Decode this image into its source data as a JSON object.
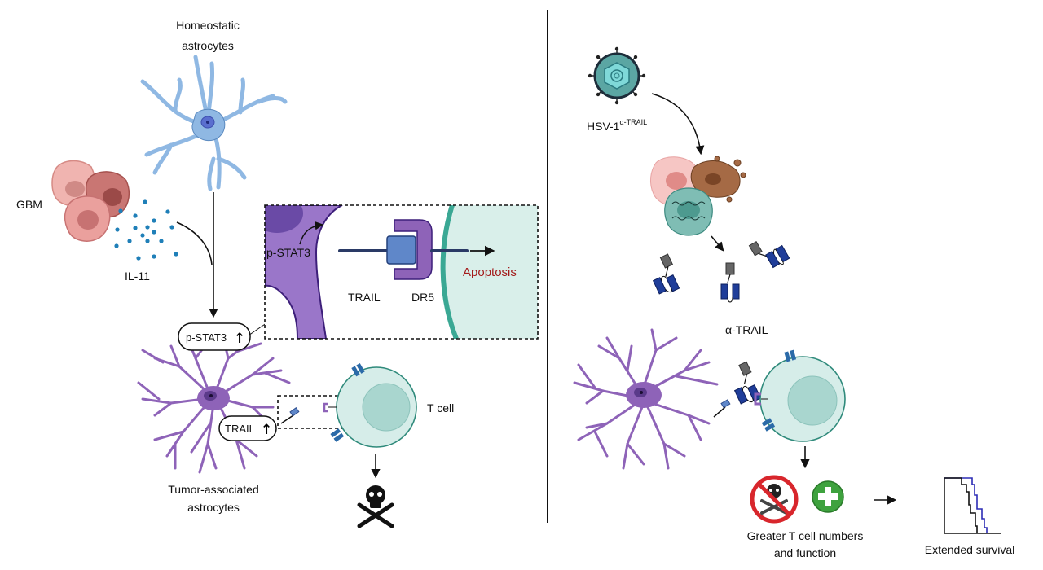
{
  "left_panel": {
    "homeostatic_label_line1": "Homeostatic",
    "homeostatic_label_line2": "astrocytes",
    "gbm_label": "GBM",
    "il11_label": "IL-11",
    "pstat3_badge": "p-STAT3",
    "trail_badge": "TRAIL",
    "up_arrow": "↑",
    "tumor_label_line1": "Tumor-associated",
    "tumor_label_line2": "astrocytes",
    "tcell_label": "T cell",
    "inset": {
      "pstat3_label": "p-STAT3",
      "trail_label": "TRAIL",
      "dr5_label": "DR5",
      "apoptosis_label": "Apoptosis"
    }
  },
  "right_panel": {
    "virus_label": "HSV-1",
    "virus_superscript": "α-TRAIL",
    "alpha_trail_label": "α-TRAIL",
    "outcome_label_line1": "Greater T cell numbers",
    "outcome_label_line2": "and function",
    "survival_label": "Extended survival"
  },
  "colors": {
    "homeostatic_astrocyte": "#8fb8e3",
    "tumor_astrocyte": "#8e63b8",
    "astrocyte_outline": "#5b3a8a",
    "tcell_fill": "#d6ede9",
    "tcell_nucleus": "#a9d6cf",
    "tcell_outline": "#2f8a7b",
    "gbm_cell": "#e8a3a3",
    "gbm_dark": "#c77272",
    "il11_dot": "#1f7fb8",
    "apoptosis_text": "#a31b1b",
    "trail_square": "#5f87c9",
    "dr5": "#8e63b8",
    "antibody": "#1f3d99",
    "survival_control": "#000000",
    "survival_treated": "#2c2cb5",
    "no_death_sign": "#d8262c",
    "plus_circle": "#3ea23e"
  }
}
